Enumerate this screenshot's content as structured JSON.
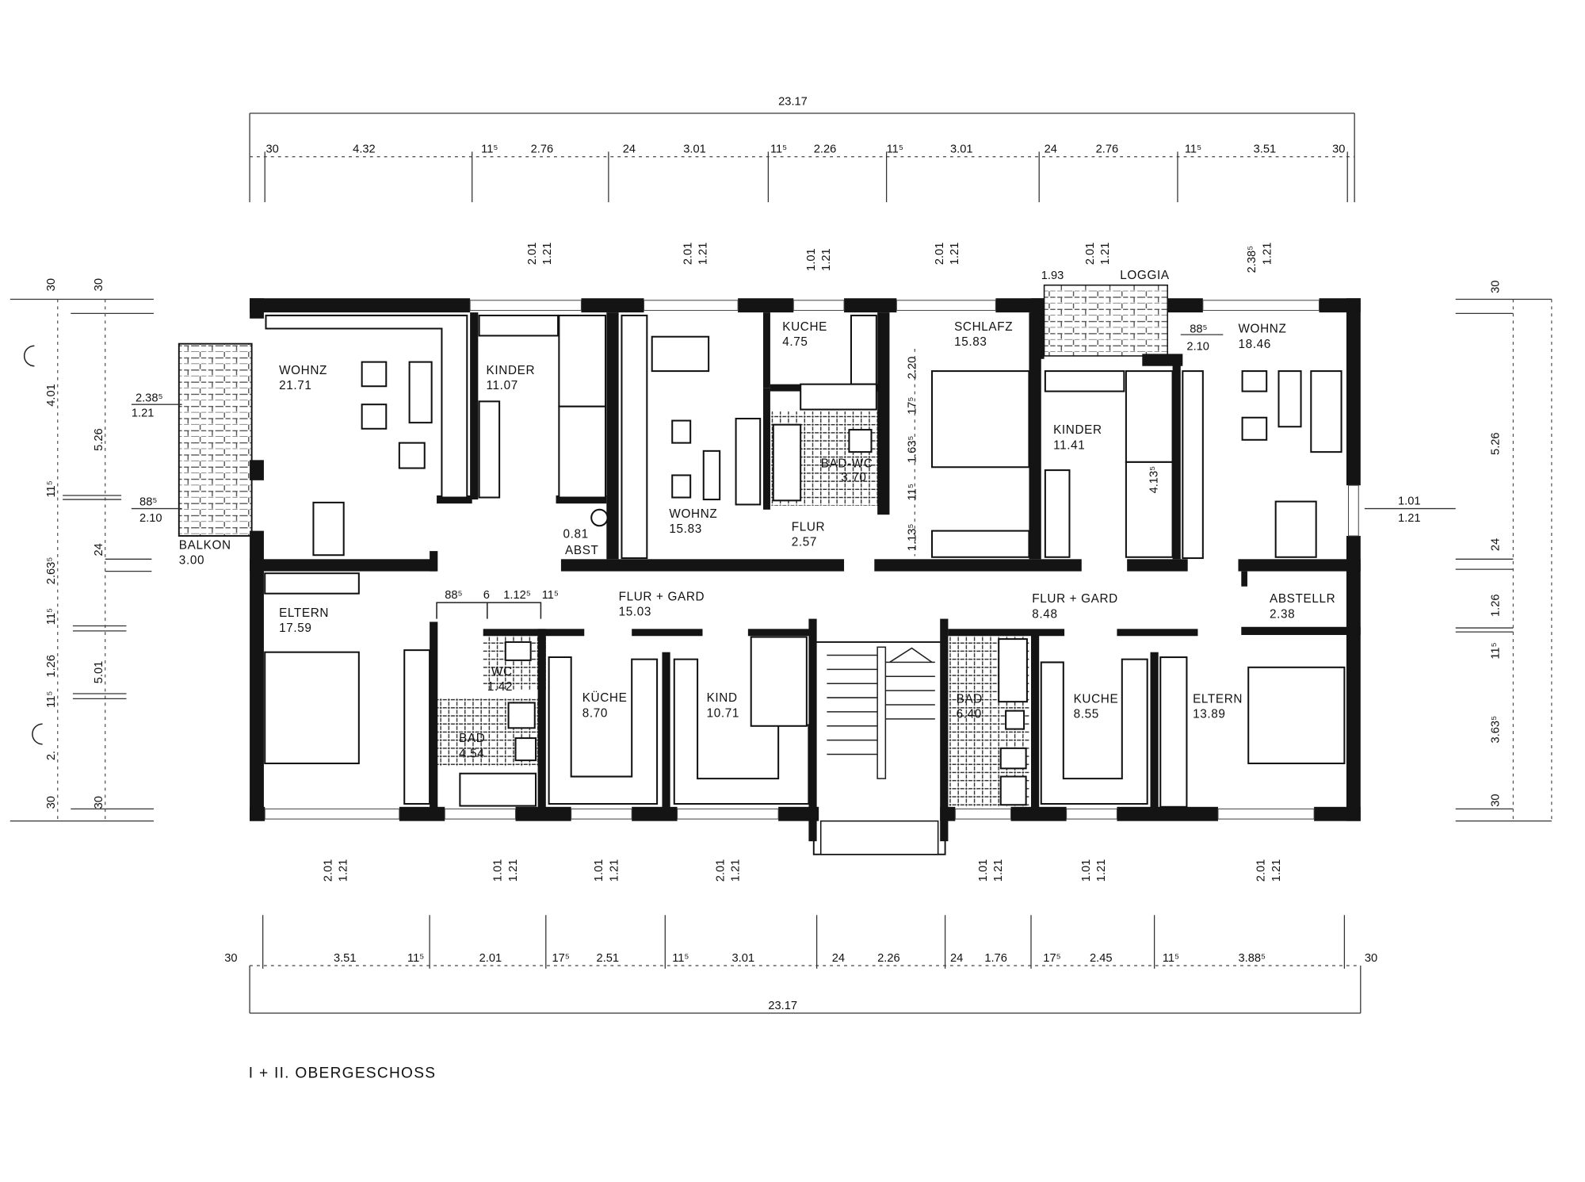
{
  "title": "I + II. OBERGESCHOSS",
  "overall_width_top": "23.17",
  "overall_width_bottom": "23.17",
  "dims_top": [
    "30",
    "4.32",
    "11⁵",
    "2.76",
    "24",
    "3.01",
    "11⁵",
    "2.26",
    "11⁵",
    "3.01",
    "24",
    "2.76",
    "11⁵",
    "3.51",
    "30"
  ],
  "dims_bottom": [
    "30",
    "3.51",
    "11⁵",
    "2.01",
    "17⁵",
    "2.51",
    "11⁵",
    "3.01",
    "24",
    "2.26",
    "24",
    "1.76",
    "17⁵",
    "2.45",
    "11⁵",
    "3.88⁵",
    "30"
  ],
  "dims_left_outer": [
    "30",
    "4.01",
    "11⁵",
    "2.63⁵",
    "11⁵",
    "1.26",
    "11⁵",
    "2.",
    "30"
  ],
  "dims_left_inner": [
    "30",
    "5.26",
    "24",
    "5.01",
    "30"
  ],
  "dims_right": [
    "30",
    "5.26",
    "24",
    "1.26",
    "11⁵",
    "3.63⁵",
    "30"
  ],
  "windows_top": [
    {
      "w": "2.01",
      "h": "1.21"
    },
    {
      "w": "2.01",
      "h": "1.21"
    },
    {
      "w": "1.01",
      "h": "1.21"
    },
    {
      "w": "2.01",
      "h": "1.21"
    },
    {
      "w": "2.01",
      "h": "1.21"
    },
    {
      "w": "2.38⁵",
      "h": "1.21"
    }
  ],
  "windows_bottom": [
    {
      "w": "2.01",
      "h": "1.21"
    },
    {
      "w": "1.01",
      "h": "1.21"
    },
    {
      "w": "1.01",
      "h": "1.21"
    },
    {
      "w": "2.01",
      "h": "1.21"
    },
    {
      "w": "1.01",
      "h": "1.21"
    },
    {
      "w": "1.01",
      "h": "1.21"
    },
    {
      "w": "2.01",
      "h": "1.21"
    }
  ],
  "loggia": {
    "label": "LOGGIA",
    "width": "1.93",
    "door": {
      "w": "88⁵",
      "h": "2.10"
    }
  },
  "balcony": {
    "label": "BALKON",
    "area": "3.00",
    "window": {
      "w": "2.38⁵",
      "h": "1.21"
    },
    "door": {
      "w": "88⁵",
      "h": "2.10"
    }
  },
  "right_window": {
    "w": "1.01",
    "h": "1.21"
  },
  "rooms": [
    {
      "name": "WOHNZ",
      "area": "21.71"
    },
    {
      "name": "KINDER",
      "area": "11.07"
    },
    {
      "name": "KUCHE",
      "area": "4.75"
    },
    {
      "name": "WOHNZ",
      "area": "15.83"
    },
    {
      "name": "BAD-WC",
      "area": "3.70"
    },
    {
      "name": "FLUR",
      "area": "2.57"
    },
    {
      "name": "ABST",
      "area": "0.81"
    },
    {
      "name": "SCHLAFZ",
      "area": "15.83"
    },
    {
      "name": "KINDER",
      "area": "11.41"
    },
    {
      "name": "WOHNZ",
      "area": "18.46"
    },
    {
      "name": "ELTERN",
      "area": "17.59"
    },
    {
      "name": "FLUR + GARD",
      "area": "15.03"
    },
    {
      "name": "WC",
      "area": "1.42"
    },
    {
      "name": "BAD",
      "area": "4.54"
    },
    {
      "name": "KÜCHE",
      "area": "8.70"
    },
    {
      "name": "KIND",
      "area": "10.71"
    },
    {
      "name": "FLUR + GARD",
      "area": "8.48"
    },
    {
      "name": "ABSTELLR",
      "area": "2.38"
    },
    {
      "name": "BAD",
      "area": "6.40"
    },
    {
      "name": "KUCHE",
      "area": "8.55"
    },
    {
      "name": "ELTERN",
      "area": "13.89"
    }
  ],
  "inner_dims": {
    "wc_row": [
      "88⁵",
      "6",
      "1.12⁵",
      "11⁵"
    ],
    "schlafz_col": [
      "2.20",
      "17⁵",
      "1.63⁵",
      "11⁵",
      "1.13⁵"
    ],
    "kinder_wardrobe": "4.13⁵"
  }
}
